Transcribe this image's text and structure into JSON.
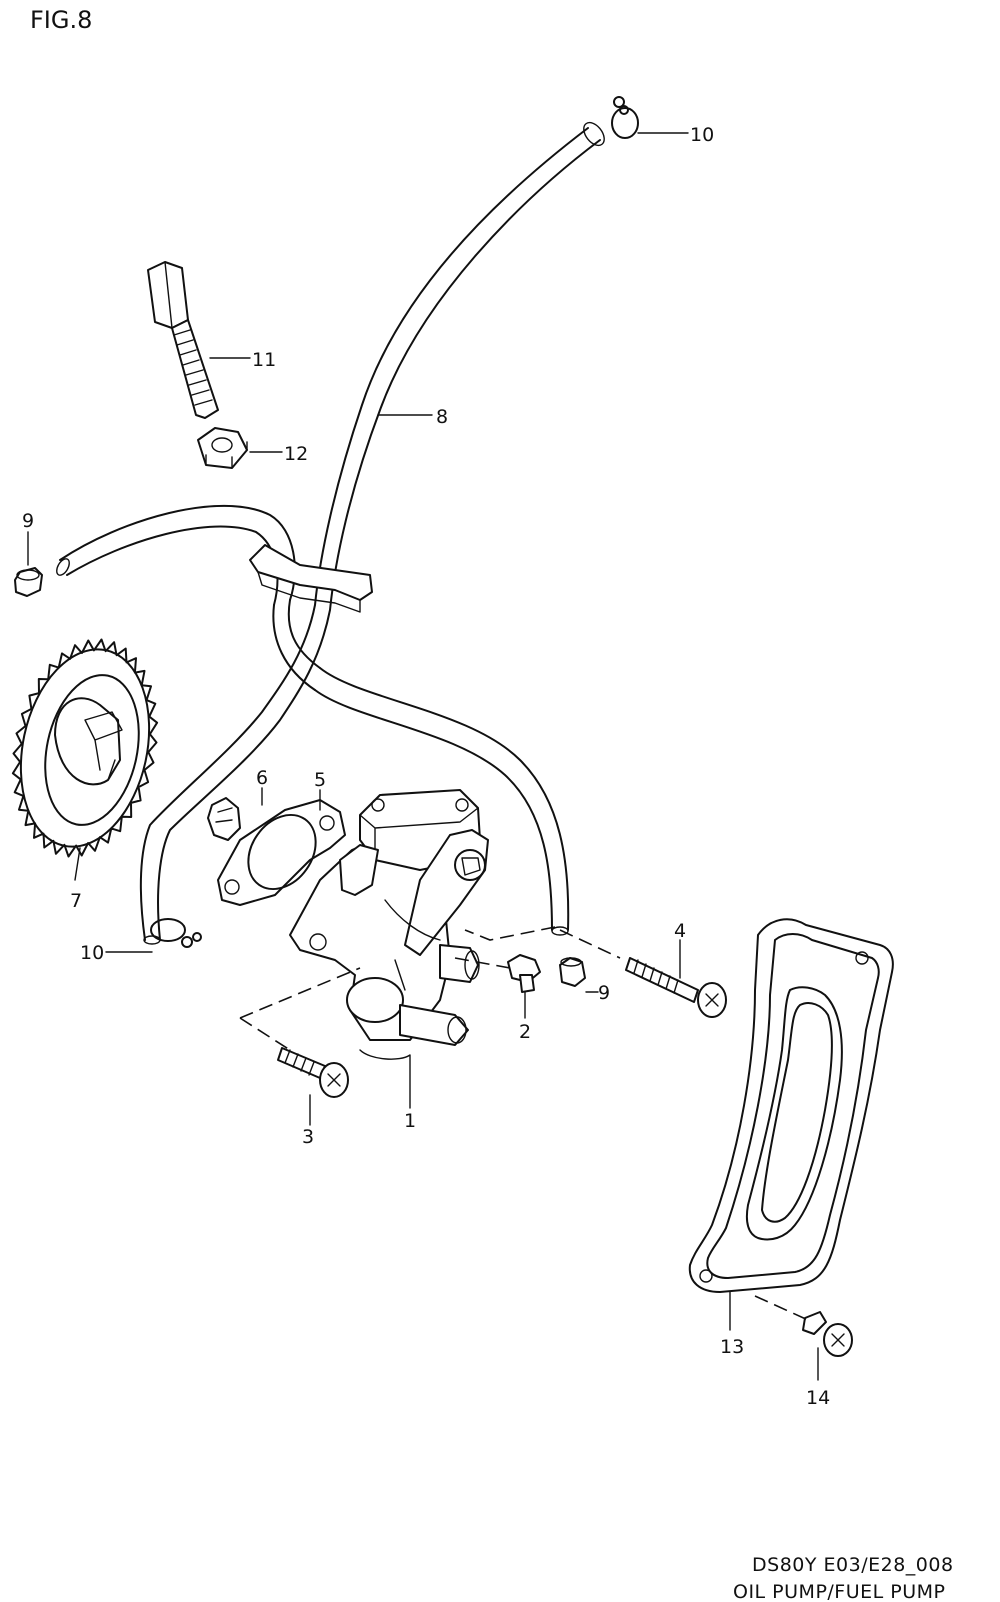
{
  "figure": {
    "title": "FIG.8"
  },
  "footer": {
    "line1": "DS80Y E03/E28_008",
    "line2": "OIL PUMP/FUEL PUMP"
  },
  "callouts": {
    "c1": "1",
    "c2": "2",
    "c3": "3",
    "c4": "4",
    "c5": "5",
    "c6": "6",
    "c7": "7",
    "c8": "8",
    "c9a": "9",
    "c9b": "9",
    "c10a": "10",
    "c10b": "10",
    "c11": "11",
    "c12": "12",
    "c13": "13",
    "c14": "14"
  }
}
